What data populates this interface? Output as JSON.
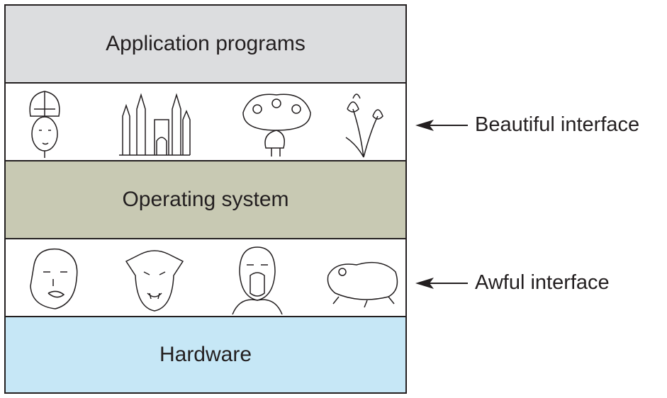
{
  "layers": {
    "application": "Application programs",
    "operating_system": "Operating system",
    "hardware": "Hardware"
  },
  "annotations": {
    "beautiful": "Beautiful interface",
    "awful": "Awful interface"
  },
  "illustrations": {
    "beautiful": [
      "queen-icon",
      "castle-icon",
      "peacock-icon",
      "flower-icon"
    ],
    "awful": [
      "ugly-face-icon",
      "warthog-icon",
      "screaming-man-icon",
      "toad-icon"
    ]
  },
  "colors": {
    "application": "#dcdddf",
    "operating_system": "#c8c9b3",
    "hardware": "#c6e7f6"
  }
}
